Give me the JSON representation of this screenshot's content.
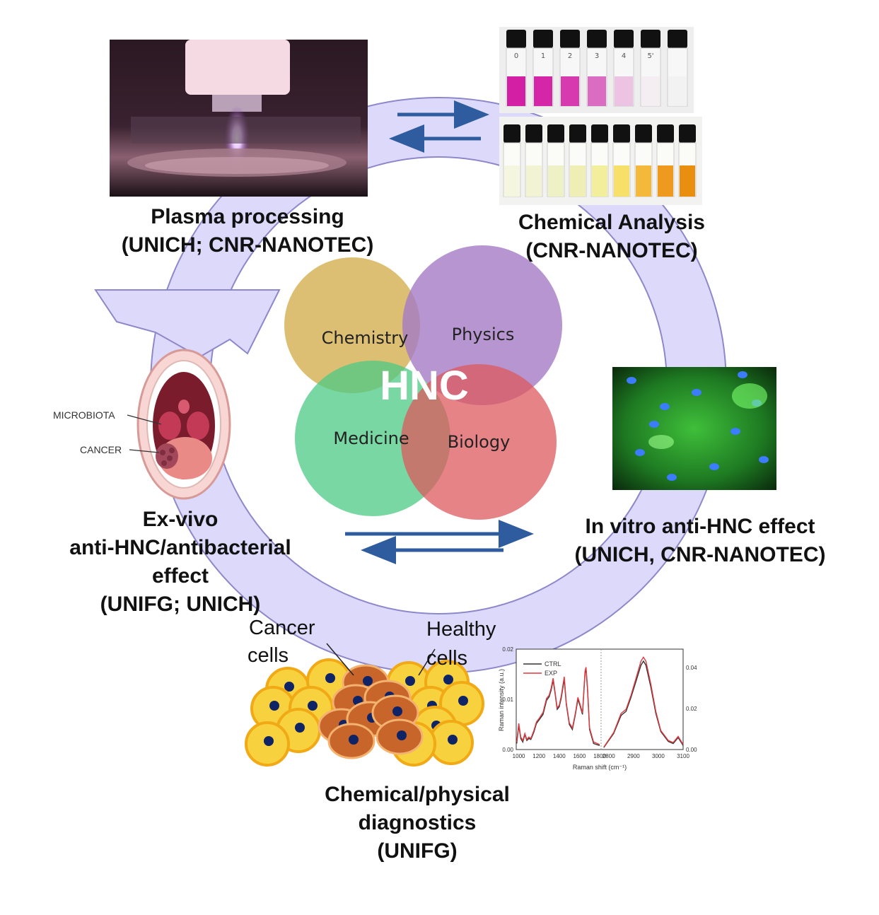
{
  "colors": {
    "cycle_band": "#dcd9fa",
    "cycle_outline": "#8d88c9",
    "arrow_blue": "#2e5c9e",
    "chemistry": "#d7b45a",
    "physics": "#a47ac5",
    "medicine": "#4cc984",
    "biology": "#de5a5d",
    "cell_healthy": "#f7d23e",
    "cell_cancer": "#c8652a",
    "nucleus": "#0f2466"
  },
  "center": {
    "title": "HNC",
    "circles": [
      "Chemistry",
      "Physics",
      "Medicine",
      "Biology"
    ]
  },
  "stages": {
    "plasma": {
      "title": "Plasma processing",
      "org": "(UNICH; CNR-NANOTEC)"
    },
    "chemical": {
      "title": "Chemical Analysis",
      "org": "(CNR-NANOTEC)"
    },
    "invitro": {
      "title": "In vitro anti-HNC effect",
      "org": "(UNICH, CNR-NANOTEC)"
    },
    "diagnostics": {
      "line1": "Chemical/physical",
      "line2": "diagnostics",
      "org": "(UNIFG)"
    },
    "exvivo": {
      "line1": "Ex-vivo",
      "line2": "anti-HNC/antibacterial",
      "line3": "effect",
      "org": "(UNIFG; UNICH)"
    }
  },
  "mouth": {
    "label_microbiota": "MICROBIOTA",
    "label_cancer": "CANCER"
  },
  "cells": {
    "label_cancer_1": "Cancer",
    "label_cancer_2": "cells",
    "label_healthy_1": "Healthy",
    "label_healthy_2": "cells"
  },
  "vials_top": {
    "labels": [
      "0",
      "1",
      "2",
      "3",
      "4",
      "5'",
      ""
    ]
  },
  "raman": {
    "legend": [
      "CTRL",
      "EXP"
    ],
    "xlabel": "Raman shift (cm⁻¹)",
    "ylabel": "Raman intensity (a.u.)",
    "left_ticks": [
      "0.02",
      "0.01",
      "0.00"
    ],
    "right_ticks": [
      "0.04",
      "0.02",
      "0.00"
    ],
    "x_ticks_left": [
      "1000",
      "1200",
      "1400",
      "1600",
      "1800"
    ],
    "x_ticks_right": [
      "2800",
      "2900",
      "3000",
      "3100"
    ]
  },
  "chart_data": {
    "type": "line",
    "xlabel": "Raman shift (cm⁻¹)",
    "ylabel": "Raman intensity (a.u.)",
    "xlim_left": [
      975,
      1800
    ],
    "xlim_right": [
      2775,
      3100
    ],
    "ylim_left": [
      0,
      0.02
    ],
    "ylim_right": [
      0,
      0.05
    ],
    "series": [
      {
        "name": "CTRL",
        "left": [
          [
            980,
            0.0012
          ],
          [
            1000,
            0.0048
          ],
          [
            1020,
            0.0022
          ],
          [
            1040,
            0.0015
          ],
          [
            1060,
            0.003
          ],
          [
            1080,
            0.0018
          ],
          [
            1100,
            0.0022
          ],
          [
            1120,
            0.002
          ],
          [
            1150,
            0.0035
          ],
          [
            1175,
            0.0052
          ],
          [
            1205,
            0.006
          ],
          [
            1240,
            0.007
          ],
          [
            1275,
            0.0098
          ],
          [
            1300,
            0.0105
          ],
          [
            1320,
            0.0118
          ],
          [
            1340,
            0.0138
          ],
          [
            1360,
            0.011
          ],
          [
            1380,
            0.008
          ],
          [
            1400,
            0.0085
          ],
          [
            1420,
            0.0102
          ],
          [
            1450,
            0.014
          ],
          [
            1470,
            0.009
          ],
          [
            1500,
            0.005
          ],
          [
            1530,
            0.004
          ],
          [
            1560,
            0.007
          ],
          [
            1585,
            0.01
          ],
          [
            1605,
            0.0088
          ],
          [
            1630,
            0.007
          ],
          [
            1655,
            0.0152
          ],
          [
            1665,
            0.016
          ],
          [
            1680,
            0.012
          ],
          [
            1700,
            0.004
          ],
          [
            1740,
            0.0012
          ],
          [
            1800,
            0.0008
          ]
        ],
        "right": [
          [
            2780,
            0.001
          ],
          [
            2820,
            0.008
          ],
          [
            2850,
            0.017
          ],
          [
            2870,
            0.019
          ],
          [
            2890,
            0.026
          ],
          [
            2910,
            0.034
          ],
          [
            2930,
            0.042
          ],
          [
            2940,
            0.044
          ],
          [
            2950,
            0.042
          ],
          [
            2970,
            0.031
          ],
          [
            2990,
            0.018
          ],
          [
            3010,
            0.009
          ],
          [
            3040,
            0.004
          ],
          [
            3060,
            0.003
          ],
          [
            3080,
            0.006
          ],
          [
            3100,
            0.002
          ]
        ]
      },
      {
        "name": "EXP",
        "left": [
          [
            980,
            0.0015
          ],
          [
            1000,
            0.0052
          ],
          [
            1020,
            0.0025
          ],
          [
            1040,
            0.0018
          ],
          [
            1060,
            0.0032
          ],
          [
            1080,
            0.002
          ],
          [
            1100,
            0.0025
          ],
          [
            1120,
            0.0022
          ],
          [
            1150,
            0.0038
          ],
          [
            1175,
            0.0055
          ],
          [
            1205,
            0.0063
          ],
          [
            1240,
            0.0074
          ],
          [
            1275,
            0.0102
          ],
          [
            1300,
            0.0108
          ],
          [
            1320,
            0.0122
          ],
          [
            1340,
            0.0142
          ],
          [
            1360,
            0.0113
          ],
          [
            1380,
            0.0083
          ],
          [
            1400,
            0.0088
          ],
          [
            1420,
            0.0106
          ],
          [
            1450,
            0.0145
          ],
          [
            1470,
            0.0093
          ],
          [
            1500,
            0.0053
          ],
          [
            1530,
            0.0043
          ],
          [
            1560,
            0.0073
          ],
          [
            1585,
            0.0104
          ],
          [
            1605,
            0.0091
          ],
          [
            1630,
            0.0073
          ],
          [
            1655,
            0.0156
          ],
          [
            1665,
            0.0164
          ],
          [
            1680,
            0.0124
          ],
          [
            1700,
            0.0043
          ],
          [
            1740,
            0.0015
          ],
          [
            1800,
            0.001
          ]
        ],
        "right": [
          [
            2780,
            0.0012
          ],
          [
            2820,
            0.0085
          ],
          [
            2850,
            0.018
          ],
          [
            2870,
            0.02
          ],
          [
            2890,
            0.027
          ],
          [
            2910,
            0.0355
          ],
          [
            2930,
            0.044
          ],
          [
            2940,
            0.046
          ],
          [
            2950,
            0.044
          ],
          [
            2970,
            0.0325
          ],
          [
            2990,
            0.019
          ],
          [
            3010,
            0.0095
          ],
          [
            3040,
            0.0045
          ],
          [
            3060,
            0.0035
          ],
          [
            3080,
            0.0065
          ],
          [
            3100,
            0.0025
          ]
        ]
      }
    ]
  }
}
